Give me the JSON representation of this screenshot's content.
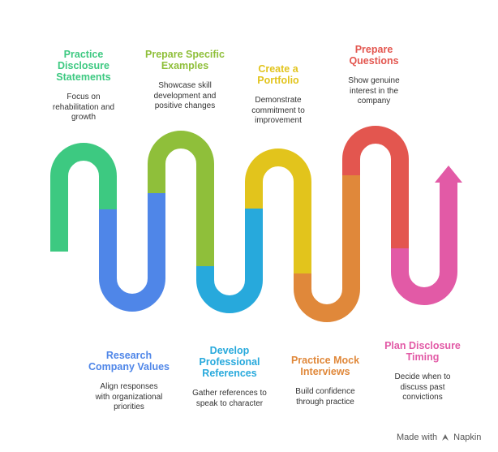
{
  "steps": [
    {
      "title": "Practice\nDisclosure\nStatements",
      "desc": "Focus on\nrehabilitation and\ngrowth",
      "color": "#3dc981"
    },
    {
      "title": "Research\nCompany Values",
      "desc": "Align responses\nwith organizational\npriorities",
      "color": "#4f86e8"
    },
    {
      "title": "Prepare Specific\nExamples",
      "desc": "Showcase skill\ndevelopment and\npositive changes",
      "color": "#8fbf3a"
    },
    {
      "title": "Develop\nProfessional\nReferences",
      "desc": "Gather references to\nspeak to character",
      "color": "#27a9dc"
    },
    {
      "title": "Create a\nPortfolio",
      "desc": "Demonstrate\ncommitment to\nimprovement",
      "color": "#e2c41c"
    },
    {
      "title": "Practice Mock\nInterviews",
      "desc": "Build confidence\nthrough practice",
      "color": "#e0883a"
    },
    {
      "title": "Prepare\nQuestions",
      "desc": "Show genuine\ninterest in the\ncompany",
      "color": "#e3564f"
    },
    {
      "title": "Plan Disclosure\nTiming",
      "desc": "Decide when to\ndiscuss past\nconvictions",
      "color": "#e25aa6"
    }
  ],
  "brand": {
    "prefix": "Made with",
    "name": "Napkin"
  }
}
